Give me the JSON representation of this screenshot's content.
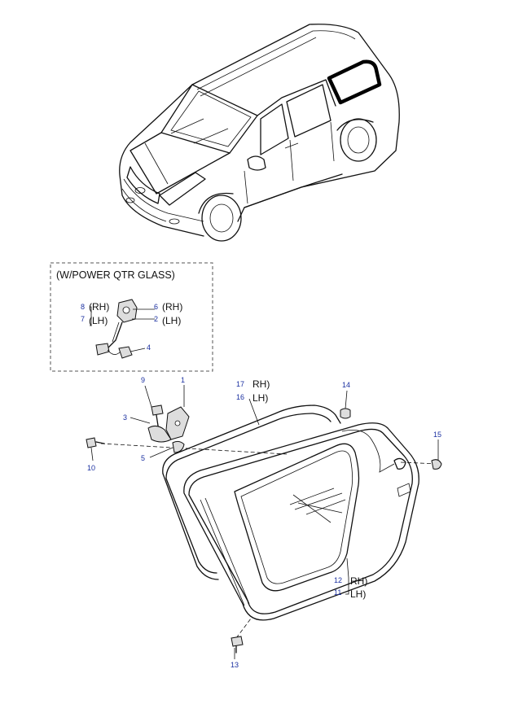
{
  "inset_title": "(W/POWER QTR GLASS)",
  "sides": {
    "rh": "RH)",
    "lh": "LH)",
    "rh_open": "(RH)",
    "lh_open": "(LH)"
  },
  "callouts": [
    "1",
    "2",
    "3",
    "4",
    "5",
    "6",
    "7",
    "8",
    "9",
    "10",
    "11",
    "12",
    "13",
    "14",
    "15",
    "16",
    "17"
  ],
  "colors": {
    "callout_number": "#1a2fa0",
    "line_art": "#111111"
  }
}
